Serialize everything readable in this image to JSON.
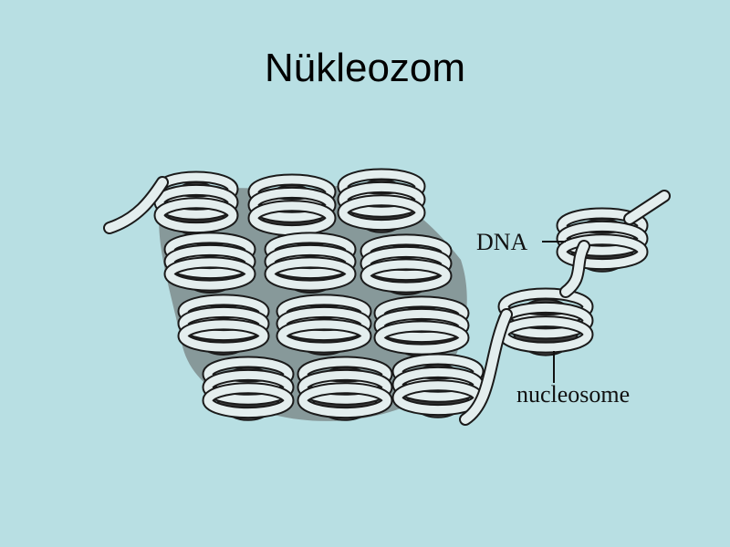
{
  "slide": {
    "title": "Nükleozom"
  },
  "diagram": {
    "labels": {
      "dna": "DNA",
      "nucleosome": "nucleosome"
    },
    "colors": {
      "background": "#b8dfe3",
      "fiber": "#e4eeee",
      "stroke": "#1a1a1a",
      "core": "#3a3a3a",
      "linker_shadow": "#6a6a6a"
    }
  }
}
